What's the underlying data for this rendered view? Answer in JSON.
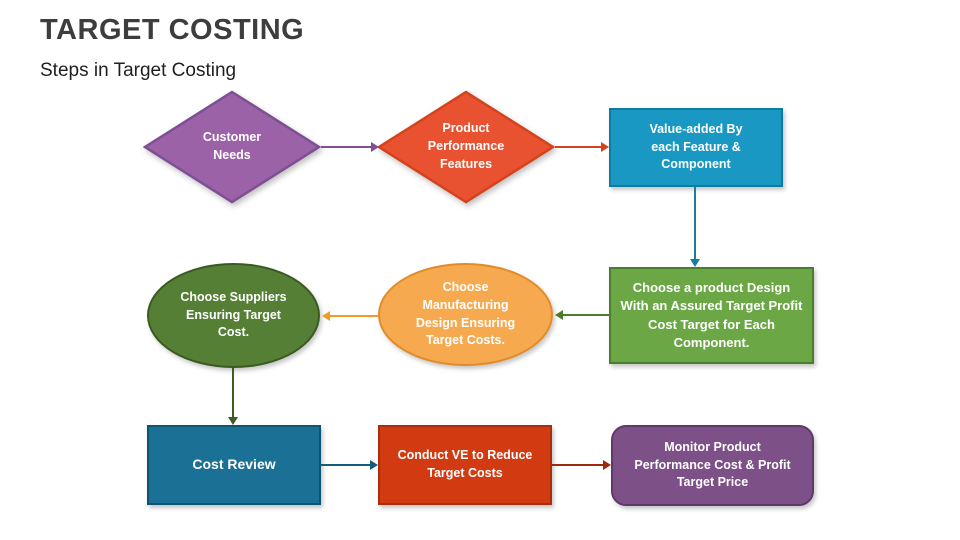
{
  "page": {
    "title": "TARGET COSTING",
    "subtitle": "Steps in Target Costing",
    "background": "#ffffff",
    "title_color": "#3d3d3d"
  },
  "nodes": {
    "customer_needs": {
      "label": "Customer Needs",
      "shape": "diamond",
      "fill": "#9c62a8",
      "border": "#7e4f93"
    },
    "product_performance": {
      "label": "Product Performance Features",
      "shape": "diamond",
      "fill": "#e85230",
      "border": "#d5421c"
    },
    "value_added": {
      "label": "Value-added By each Feature & Component",
      "shape": "rectangle",
      "fill": "#1898c3",
      "border": "#0e7ba1"
    },
    "choose_design": {
      "label": "Choose a product Design With an Assured Target Profit Cost Target for Each Component.",
      "shape": "rectangle",
      "fill": "#6ba845",
      "border": "#4c7c2e"
    },
    "choose_manufacturing": {
      "label": "Choose Manufacturing Design Ensuring Target Costs.",
      "shape": "ellipse",
      "fill": "#f6a94e",
      "border": "#e18c28"
    },
    "choose_suppliers": {
      "label": "Choose Suppliers Ensuring Target Cost.",
      "shape": "ellipse",
      "fill": "#547f34",
      "border": "#3a5a22"
    },
    "cost_review": {
      "label": "Cost Review",
      "shape": "rectangle",
      "fill": "#1b7095",
      "border": "#0d5573"
    },
    "conduct_ve": {
      "label": "Conduct VE to Reduce Target Costs",
      "shape": "rectangle",
      "fill": "#d23a12",
      "border": "#a82e0e"
    },
    "monitor_product": {
      "label": "Monitor Product Performance Cost & Profit Target Price",
      "shape": "rounded-rectangle",
      "fill": "#7e5088",
      "border": "#5d3a67"
    }
  },
  "connectors": {
    "c1": {
      "from": "customer_needs",
      "to": "product_performance",
      "color": "#7e4f93"
    },
    "c2": {
      "from": "product_performance",
      "to": "value_added",
      "color": "#d5421c"
    },
    "c3": {
      "from": "value_added",
      "to": "choose_design",
      "color": "#1a7ba3"
    },
    "c4": {
      "from": "choose_design",
      "to": "choose_manufacturing",
      "color": "#4c7c2e"
    },
    "c5": {
      "from": "choose_manufacturing",
      "to": "choose_suppliers",
      "color": "#f09a28"
    },
    "c6": {
      "from": "choose_suppliers",
      "to": "cost_review",
      "color": "#3c5e24"
    },
    "c7": {
      "from": "cost_review",
      "to": "conduct_ve",
      "color": "#135c7d"
    },
    "c8": {
      "from": "conduct_ve",
      "to": "monitor_product",
      "color": "#9c2a0b"
    }
  }
}
